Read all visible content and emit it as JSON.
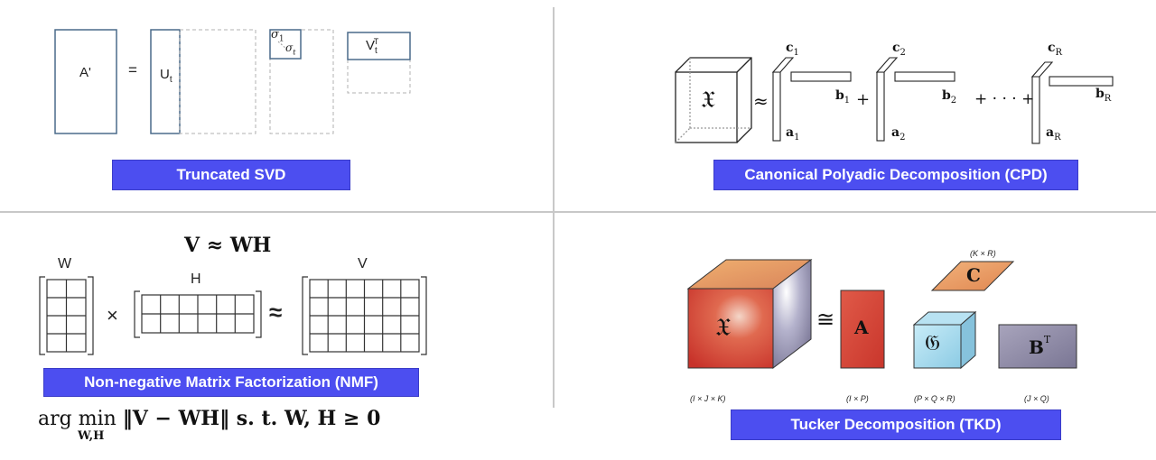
{
  "svd": {
    "banner": "Truncated SVD",
    "a_label": "A'",
    "equals": "=",
    "u_label": "U",
    "u_sub": "t",
    "sigma1": "σ",
    "sigma1_sub": "1",
    "sigmat": "σ",
    "sigmat_sub": "t",
    "v_label": "V",
    "v_sub": "t",
    "v_sup": "T"
  },
  "cpd": {
    "banner": "Canonical Polyadic Decomposition (CPD)",
    "tensor": "𝔛",
    "approx": "≈",
    "plus": "+",
    "ellipsis_plus": "+ · · · +",
    "terms": [
      {
        "c": "c",
        "c_sub": "1",
        "b": "b",
        "b_sub": "1",
        "a": "a",
        "a_sub": "1"
      },
      {
        "c": "c",
        "c_sub": "2",
        "b": "b",
        "b_sub": "2",
        "a": "a",
        "a_sub": "2"
      },
      {
        "c": "c",
        "c_sub": "R",
        "b": "b",
        "b_sub": "R",
        "a": "a",
        "a_sub": "R"
      }
    ]
  },
  "nmf": {
    "banner": "Non-negative Matrix Factorization (NMF)",
    "equation": "V ≈ WH",
    "w_label": "W",
    "h_label": "H",
    "v_label": "V",
    "times": "×",
    "approx": "≈",
    "objective_prefix": "arg min",
    "objective_sub": "W,H",
    "objective_body": "‖V − WH‖ s. t.  W, H ≥ 0"
  },
  "tkd": {
    "banner": "Tucker Decomposition (TKD)",
    "tensor": "𝔛",
    "congruent": "≅",
    "a_label": "A",
    "c_label": "C",
    "core_label": "𝔊",
    "b_label": "B",
    "b_sup": "T",
    "dim_x": "(I × J × K)",
    "dim_a": "(I × P)",
    "dim_core": "(P × Q × R)",
    "dim_b": "(J × Q)",
    "dim_c": "(K × R)"
  },
  "colors": {
    "banner": "#4c4ef0",
    "svd_box": "#4a6a8a",
    "tkd_red": "#d2453a",
    "tkd_orange": "#e89a5a",
    "tkd_blue": "#a8d8ec",
    "tkd_gray": "#8a86a0"
  }
}
